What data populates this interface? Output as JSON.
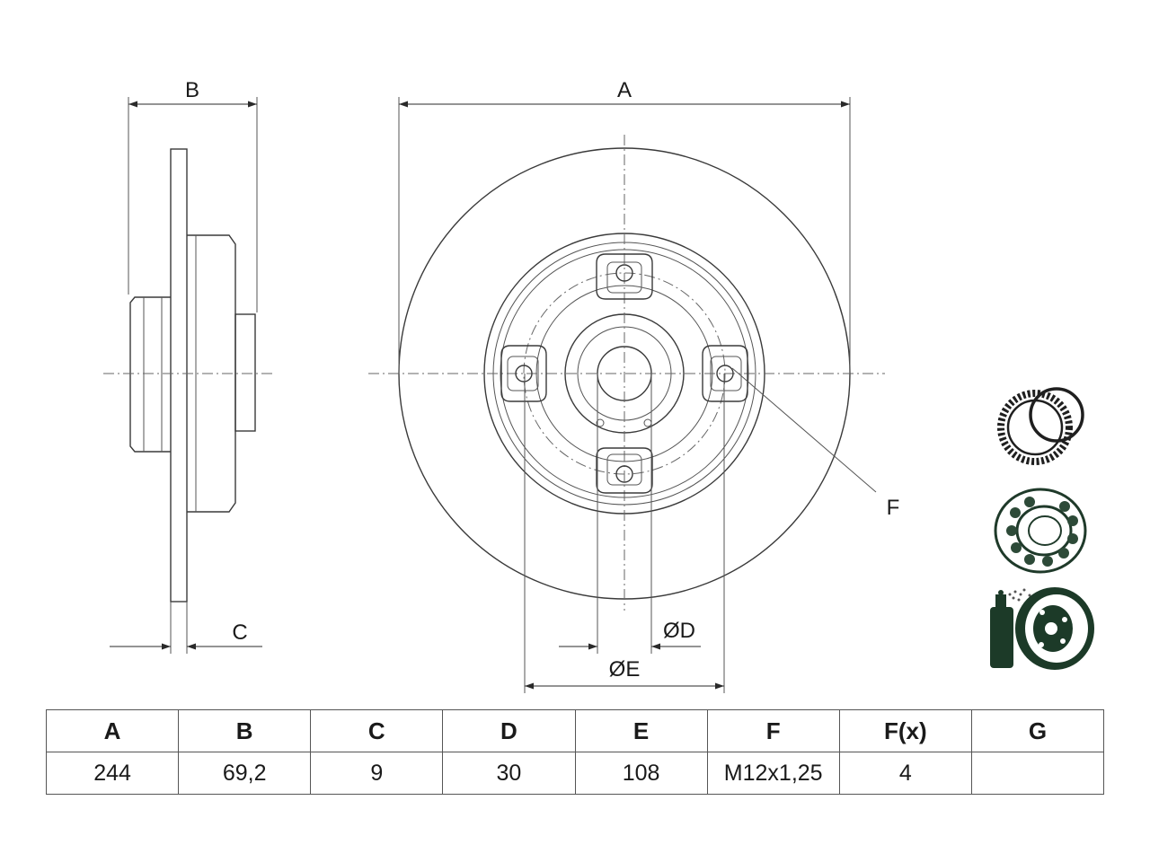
{
  "drawing": {
    "dimension_labels": {
      "a": "A",
      "b": "B",
      "c": "C",
      "d": "ØD",
      "e": "ØE",
      "f": "F"
    },
    "icons": [
      "abs-ring-icon",
      "wheel-bearing-icon",
      "coated-disc-icon"
    ]
  },
  "table": {
    "headers": [
      "A",
      "B",
      "C",
      "D",
      "E",
      "F",
      "F(x)",
      "G"
    ],
    "values": [
      "244",
      "69,2",
      "9",
      "30",
      "108",
      "M12x1,25",
      "4",
      ""
    ]
  }
}
